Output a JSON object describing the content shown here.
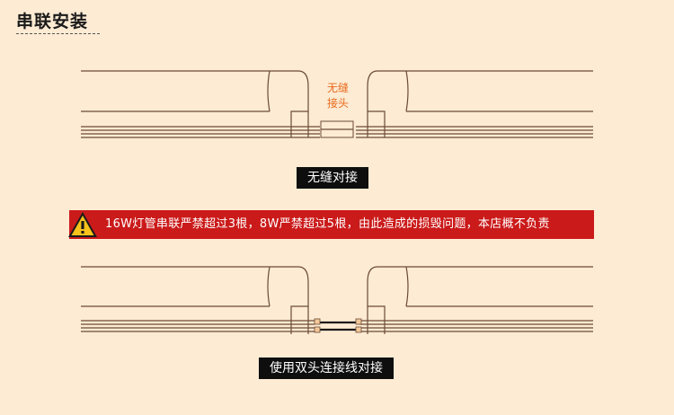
{
  "section": {
    "title": "串联安装"
  },
  "diagram_top": {
    "gap_label_line1": "无缝",
    "gap_label_line2": "接头",
    "caption": "无缝对接"
  },
  "warning": {
    "text": "16W灯管串联严禁超过3根，8W严禁超过5根，由此造成的损毁问题，本店概不负责",
    "icon": "warning-triangle-icon",
    "bar_color": "#cb1a1a"
  },
  "diagram_bottom": {
    "caption": "使用双头连接线对接"
  },
  "colors": {
    "background": "#fdebd3",
    "line": "#6b4a36",
    "accent": "#e86a1c"
  }
}
